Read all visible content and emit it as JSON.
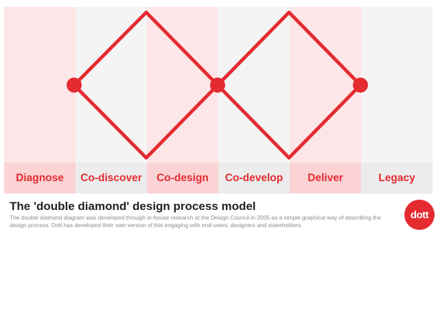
{
  "stages": [
    {
      "label": "Diagnose",
      "shade": "pink"
    },
    {
      "label": "Co-discover",
      "shade": "grey"
    },
    {
      "label": "Co-design",
      "shade": "pink"
    },
    {
      "label": "Co-develop",
      "shade": "grey"
    },
    {
      "label": "Deliver",
      "shade": "pink"
    },
    {
      "label": "Legacy",
      "shade": "grey"
    }
  ],
  "title": "The 'double diamond' design process model",
  "description": "The double diamond diagram was developed through in-house research at the Design Council in 2005 as a simple graphical way of describing the design process. Dott has developed their own version of this engaging with end-users, designers and stakeholders.",
  "logo_text": "dott",
  "colors": {
    "accent": "#e42b30",
    "pink_column": "#fde6e7",
    "grey_column": "#f4f4f4",
    "pink_band": "#fbd3d5",
    "grey_band": "#ececec"
  }
}
